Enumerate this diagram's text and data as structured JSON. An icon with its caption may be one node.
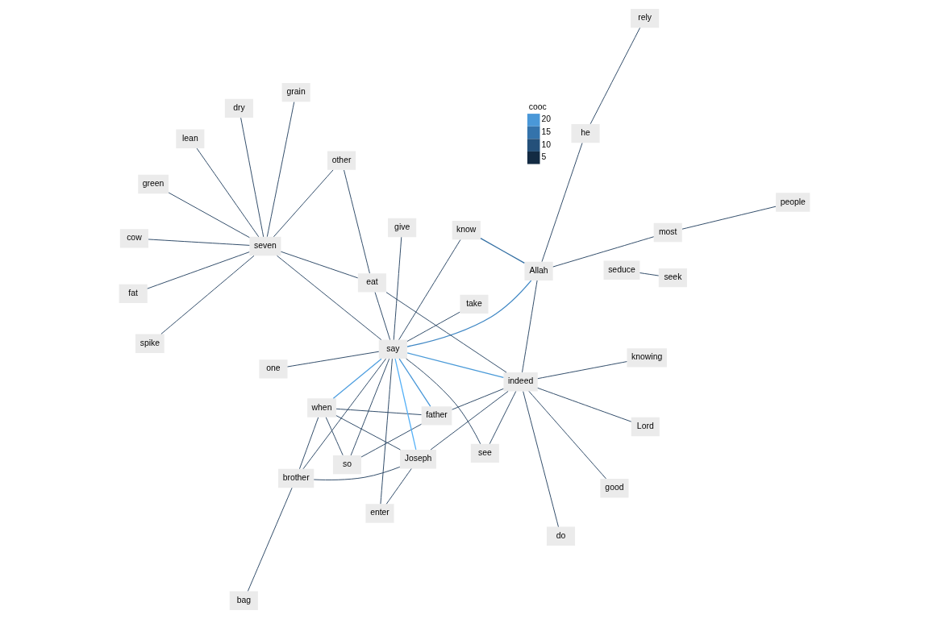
{
  "diagram": {
    "nodes": [
      {
        "text": [
          "seduce"
        ]
      },
      {
        "text": [
          "seek"
        ]
      },
      {
        "text": [
          "bag"
        ]
      },
      {
        "text": [
          "brother"
        ]
      },
      {
        "text": [
          "so"
        ]
      },
      {
        "text": [
          "when"
        ]
      },
      {
        "text": [
          "give"
        ]
      },
      {
        "text": [
          "one"
        ]
      },
      {
        "text": [
          "enter"
        ]
      },
      {
        "text": [
          "take"
        ]
      },
      {
        "text": [
          "say"
        ]
      },
      {
        "text": [
          "Joseph"
        ]
      },
      {
        "text": [
          "know"
        ]
      },
      {
        "text": [
          "Allah"
        ]
      },
      {
        "text": [
          "most"
        ]
      },
      {
        "text": [
          "people"
        ]
      },
      {
        "text": [
          "father"
        ]
      },
      {
        "text": [
          "see"
        ]
      },
      {
        "text": [
          "indeed"
        ]
      },
      {
        "text": [
          "he"
        ]
      },
      {
        "text": [
          "rely"
        ]
      },
      {
        "text": [
          "green"
        ]
      },
      {
        "text": [
          "cow"
        ]
      },
      {
        "text": [
          "fat"
        ]
      },
      {
        "text": [
          "dry"
        ]
      },
      {
        "text": [
          "grain"
        ]
      },
      {
        "text": [
          "lean"
        ]
      },
      {
        "text": [
          "seven"
        ]
      },
      {
        "text": [
          "eat"
        ]
      },
      {
        "text": [
          "other"
        ]
      },
      {
        "text": [
          "spike"
        ]
      },
      {
        "text": [
          "good"
        ]
      },
      {
        "text": [
          "knowing"
        ]
      },
      {
        "text": [
          "Lord"
        ]
      },
      {
        "text": [
          "do"
        ]
      }
    ],
    "edges": [
      {
        "from": 0,
        "to": 1,
        "arrow": "none"
      },
      {
        "from": 2,
        "to": 3,
        "arrow": "none"
      },
      {
        "from": 3,
        "to": 5,
        "arrow": "none"
      },
      {
        "from": 3,
        "to": 10,
        "arrow": "none"
      },
      {
        "from": 3,
        "to": 11,
        "arrow": "none"
      },
      {
        "from": 4,
        "to": 10,
        "arrow": "none"
      },
      {
        "from": 4,
        "to": 5,
        "arrow": "none"
      },
      {
        "from": 4,
        "to": 16,
        "arrow": "none"
      },
      {
        "from": 5,
        "to": 10,
        "arrow": "none",
        "color": "#4f9fe0"
      },
      {
        "from": 5,
        "to": 11,
        "arrow": "none"
      },
      {
        "from": 5,
        "to": 16,
        "arrow": "none"
      },
      {
        "from": 6,
        "to": 10,
        "arrow": "none"
      },
      {
        "from": 7,
        "to": 10,
        "arrow": "none"
      },
      {
        "from": 8,
        "to": 10,
        "arrow": "none"
      },
      {
        "from": 8,
        "to": 11,
        "arrow": "none"
      },
      {
        "from": 9,
        "to": 10,
        "arrow": "none"
      },
      {
        "from": 10,
        "to": 11,
        "arrow": "none",
        "color": "#56b1f7"
      },
      {
        "from": 10,
        "to": 12,
        "arrow": "none"
      },
      {
        "from": 10,
        "to": 13,
        "arrow": "none",
        "color": "#3f87c4"
      },
      {
        "from": 10,
        "to": 16,
        "arrow": "none",
        "color": "#4a98d8"
      },
      {
        "from": 10,
        "to": 18,
        "arrow": "none",
        "color": "#4a9ad8"
      },
      {
        "from": 10,
        "to": 17,
        "arrow": "none"
      },
      {
        "from": 10,
        "to": 27,
        "arrow": "none"
      },
      {
        "from": 10,
        "to": 28,
        "arrow": "none"
      },
      {
        "from": 12,
        "to": 13,
        "arrow": "none",
        "color": "#336fa3"
      },
      {
        "from": 13,
        "to": 18,
        "arrow": "none"
      },
      {
        "from": 13,
        "to": 14,
        "arrow": "none"
      },
      {
        "from": 14,
        "to": 15,
        "arrow": "none"
      },
      {
        "from": 13,
        "to": 19,
        "arrow": "none"
      },
      {
        "from": 19,
        "to": 20,
        "arrow": "none"
      },
      {
        "from": 11,
        "to": 18,
        "arrow": "none"
      },
      {
        "from": 16,
        "to": 18,
        "arrow": "none"
      },
      {
        "from": 17,
        "to": 18,
        "arrow": "none"
      },
      {
        "from": 28,
        "to": 18,
        "arrow": "none"
      },
      {
        "from": 18,
        "to": 31,
        "arrow": "none"
      },
      {
        "from": 18,
        "to": 32,
        "arrow": "none"
      },
      {
        "from": 18,
        "to": 34,
        "arrow": "none"
      },
      {
        "from": 18,
        "to": 33,
        "arrow": "none"
      },
      {
        "from": 27,
        "to": 21,
        "arrow": "none"
      },
      {
        "from": 27,
        "to": 22,
        "arrow": "none"
      },
      {
        "from": 27,
        "to": 23,
        "arrow": "none"
      },
      {
        "from": 27,
        "to": 24,
        "arrow": "none"
      },
      {
        "from": 27,
        "to": 25,
        "arrow": "none"
      },
      {
        "from": 27,
        "to": 26,
        "arrow": "none"
      },
      {
        "from": 27,
        "to": 30,
        "arrow": "none"
      },
      {
        "from": 27,
        "to": 29,
        "arrow": "none"
      },
      {
        "from": 27,
        "to": 28,
        "arrow": "none"
      },
      {
        "from": 29,
        "to": 28,
        "arrow": "none"
      }
    ],
    "labels": [
      "cooc"
    ],
    "legend": [
      {
        "text": "20",
        "color": "#4a98d8"
      },
      {
        "text": "15",
        "color": "#3473ab"
      },
      {
        "text": "10",
        "color": "#24507a"
      },
      {
        "text": "5",
        "color": "#132b43"
      }
    ]
  }
}
